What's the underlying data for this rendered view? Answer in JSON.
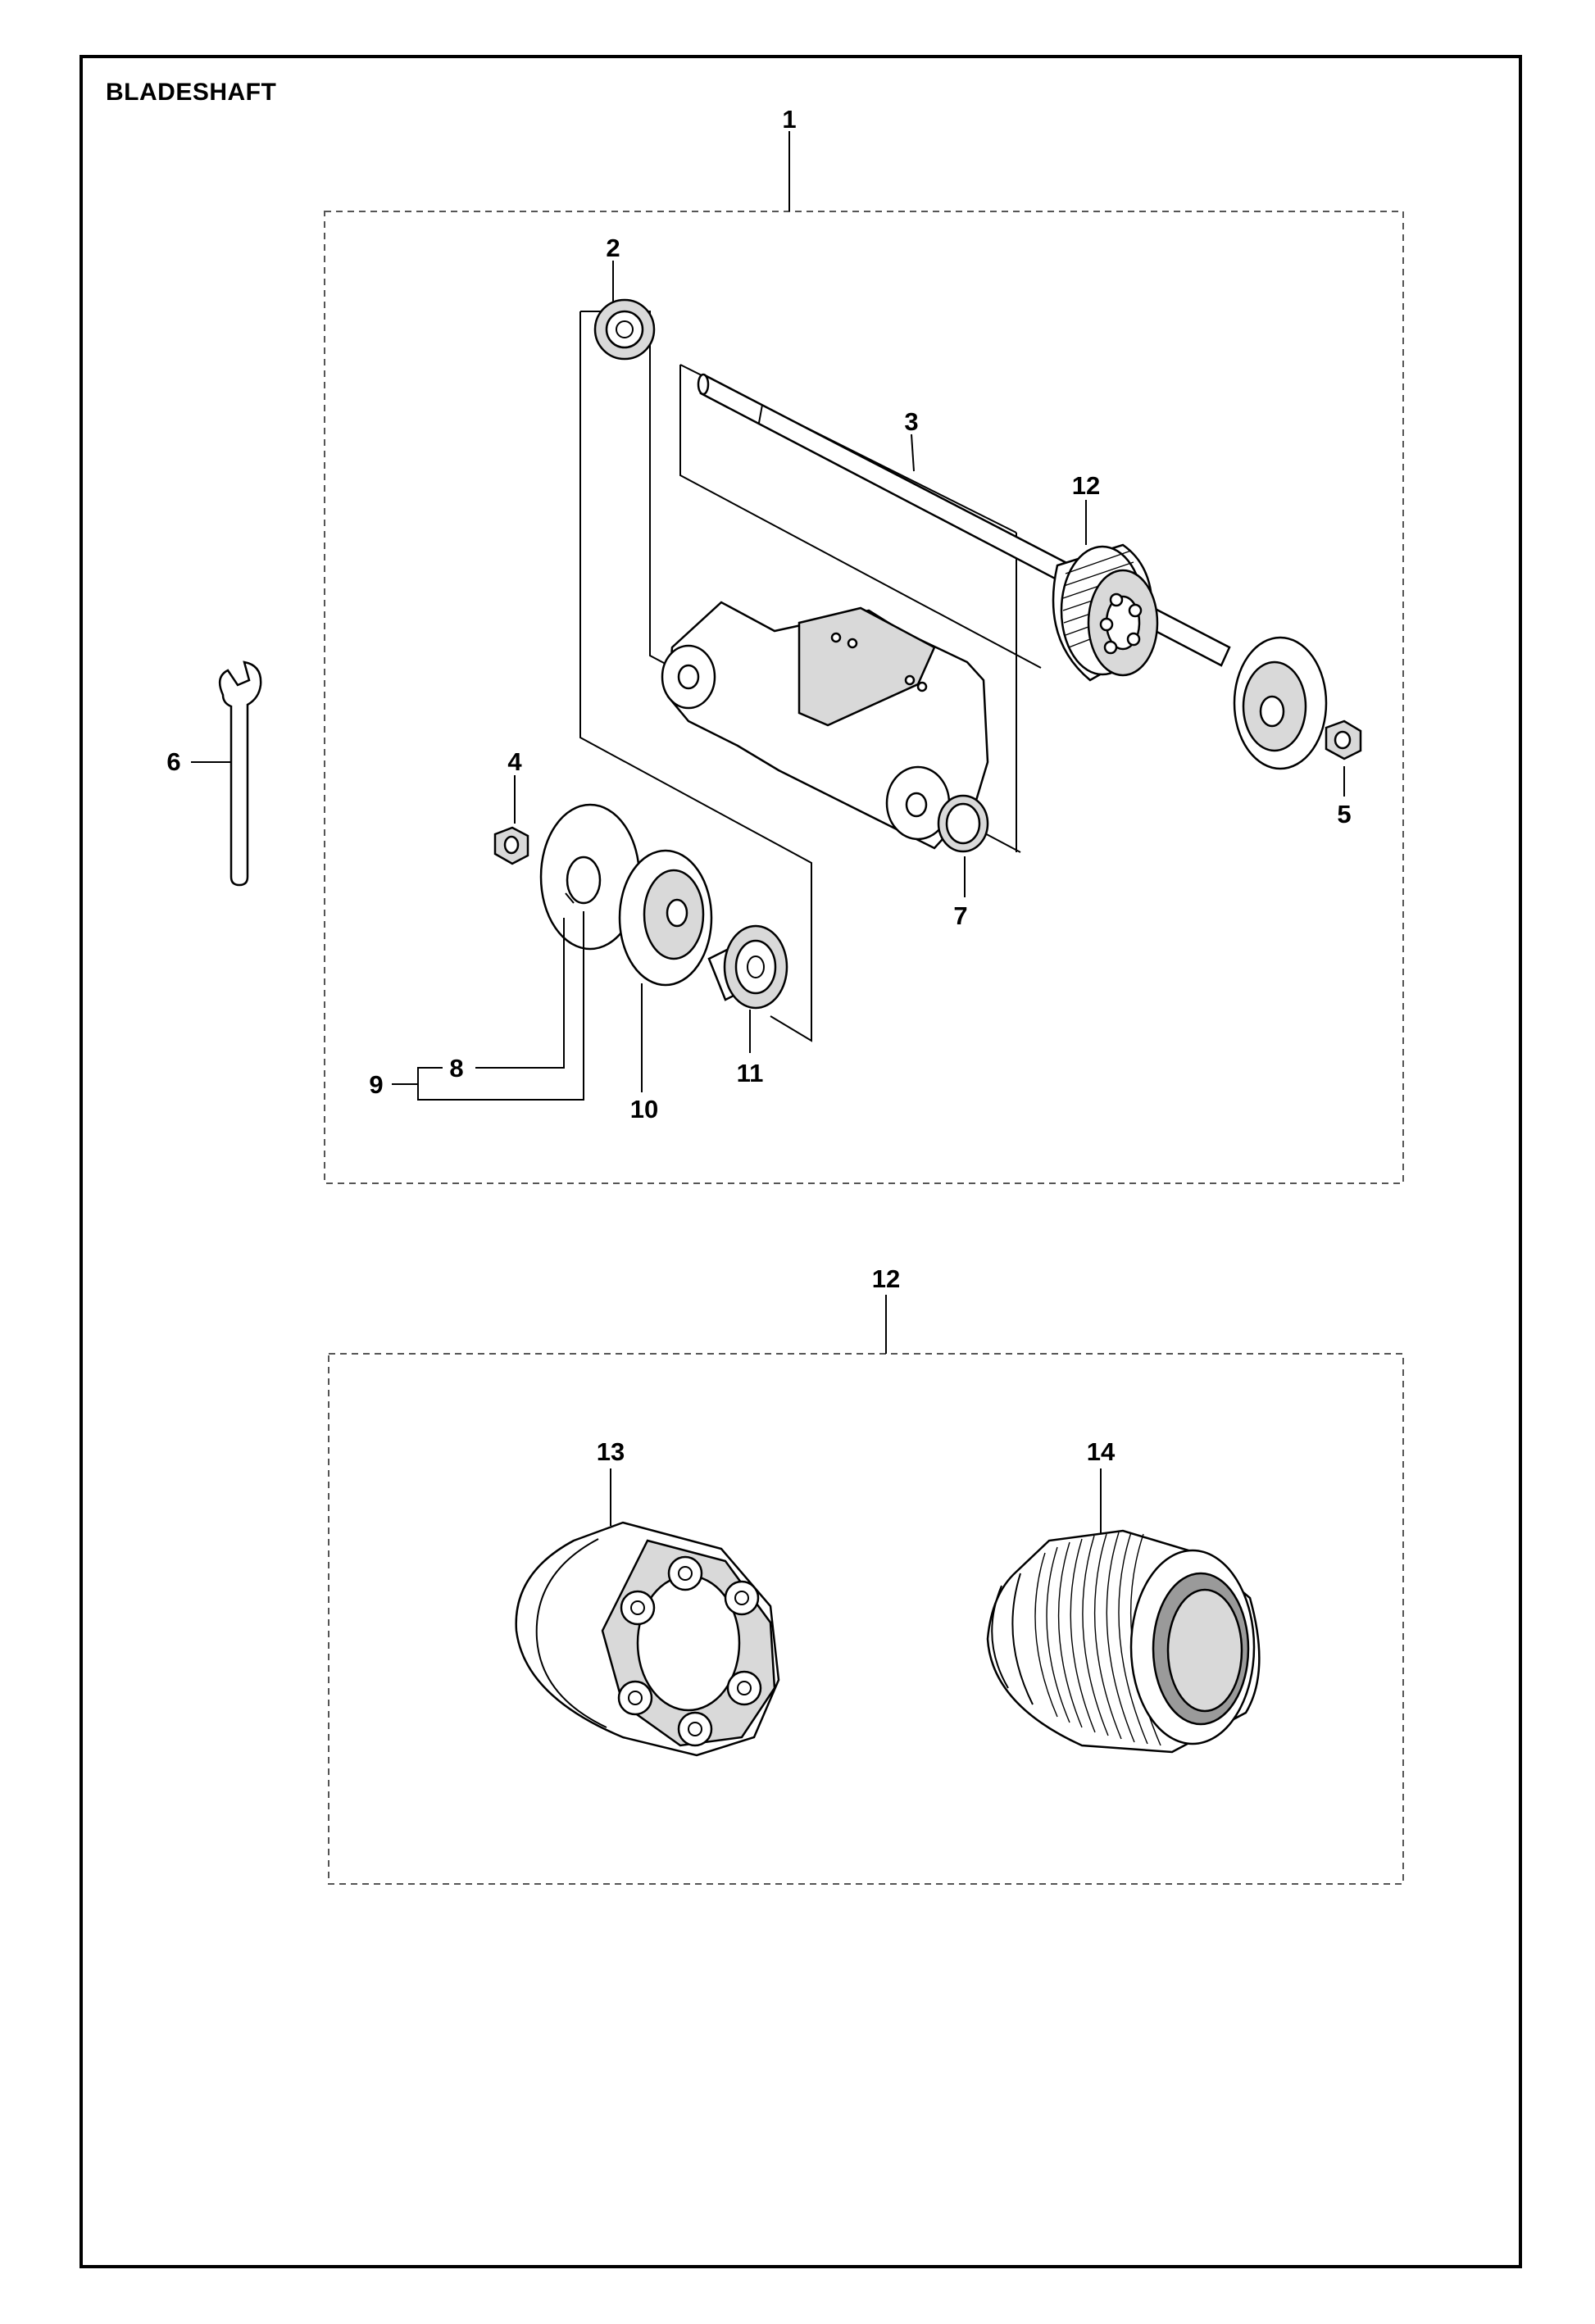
{
  "title": "BLADESHAFT",
  "callouts": {
    "c1": "1",
    "c2": "2",
    "c3": "3",
    "c4": "4",
    "c5": "5",
    "c6": "6",
    "c7": "7",
    "c8": "8",
    "c9": "9",
    "c10": "10",
    "c11": "11",
    "c12a": "12",
    "c12b": "12",
    "c13": "13",
    "c14": "14"
  },
  "colors": {
    "line": "#000000",
    "shade": "#d9d9d9",
    "background": "#ffffff"
  }
}
